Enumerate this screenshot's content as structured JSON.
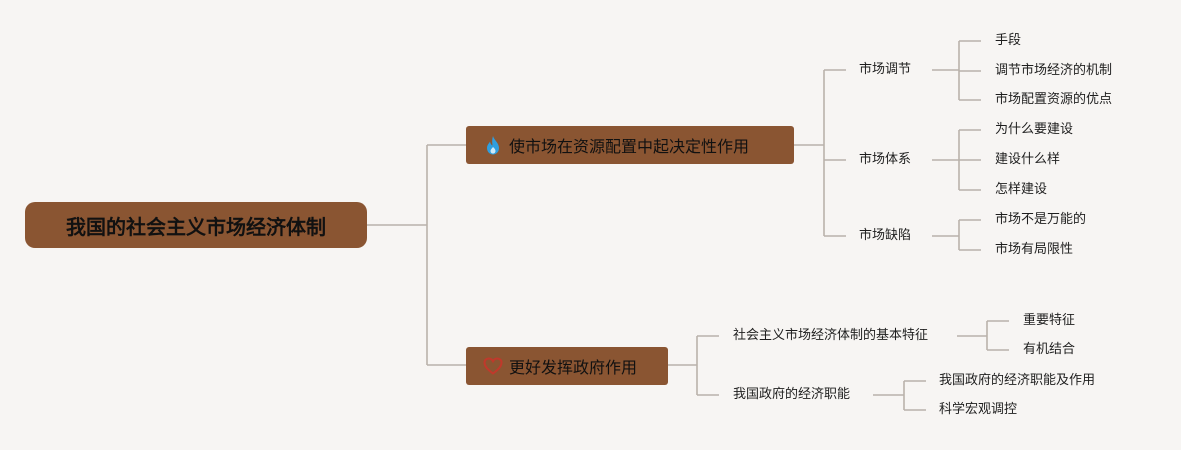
{
  "root": {
    "label": "我国的社会主义市场经济体制",
    "color": "#8a5532"
  },
  "branches": [
    {
      "label": "使市场在资源配置中起决定性作用",
      "icon": "flame-icon",
      "icon_color": "#2f9fe0",
      "children": [
        {
          "label": "市场调节",
          "children": [
            "手段",
            "调节市场经济的机制",
            "市场配置资源的优点"
          ]
        },
        {
          "label": "市场体系",
          "children": [
            "为什么要建设",
            "建设什么样",
            "怎样建设"
          ]
        },
        {
          "label": "市场缺陷",
          "children": [
            "市场不是万能的",
            "市场有局限性"
          ]
        }
      ]
    },
    {
      "label": "更好发挥政府作用",
      "icon": "heart-icon",
      "icon_color": "#c0392b",
      "children": [
        {
          "label": "社会主义市场经济体制的基本特征",
          "children": [
            "重要特征",
            "有机结合"
          ]
        },
        {
          "label": "我国政府的经济职能",
          "children": [
            "我国政府的经济职能及作用",
            "科学宏观调控"
          ]
        }
      ]
    }
  ],
  "colors": {
    "background": "#f7f5f3",
    "connector": "#b9b2ab",
    "node_fill": "#8a5532"
  }
}
